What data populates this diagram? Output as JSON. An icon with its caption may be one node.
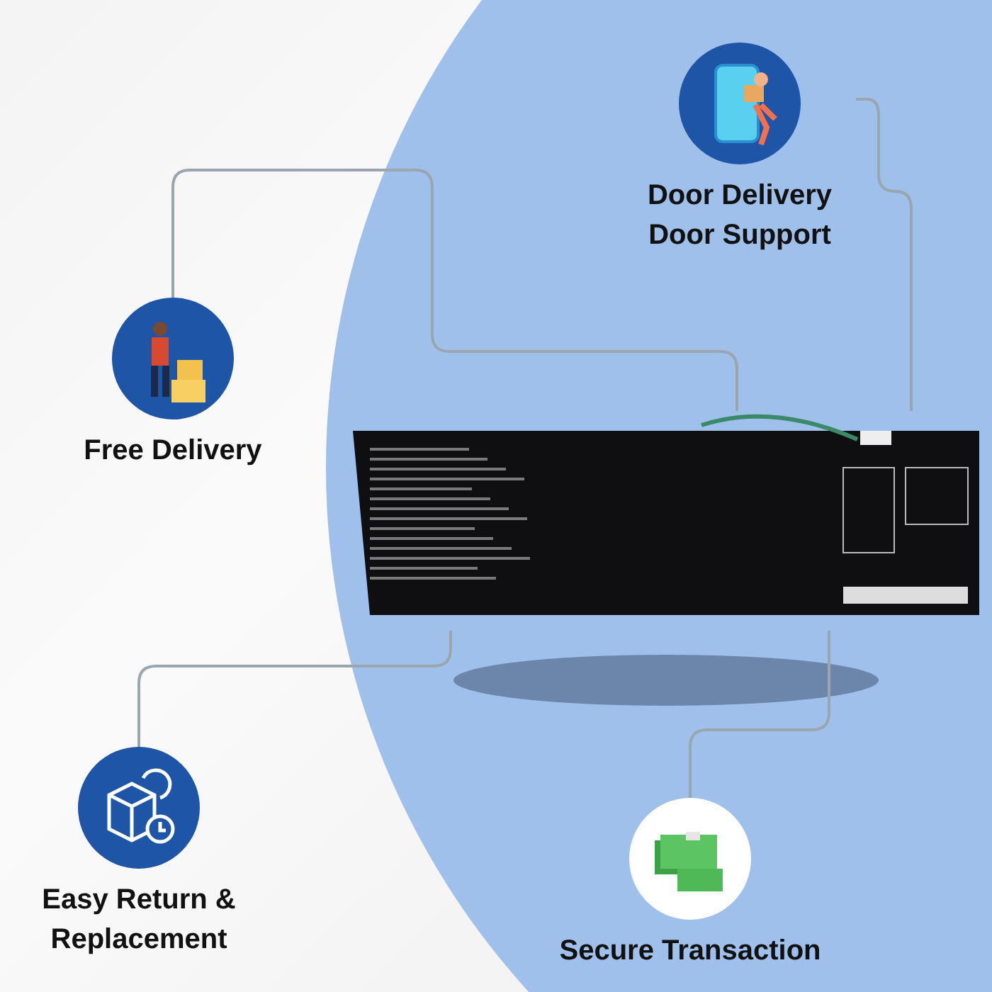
{
  "diagram": {
    "nodes": [
      {
        "text": [
          "Door Delivery",
          "Door Support"
        ]
      },
      {
        "text": [
          "Free Delivery"
        ]
      },
      {
        "text": [],
        "shape": "picture"
      },
      {
        "text": [
          "Easy Return & Replacement"
        ]
      },
      {
        "text": [
          "Secure Transaction"
        ]
      }
    ],
    "edges": [
      {
        "from": 0,
        "to": 2,
        "arrow": "none"
      },
      {
        "from": 1,
        "to": 2,
        "arrow": "none"
      },
      {
        "from": 3,
        "to": 2,
        "arrow": "none"
      },
      {
        "from": 4,
        "to": 2,
        "arrow": "none"
      }
    ]
  }
}
